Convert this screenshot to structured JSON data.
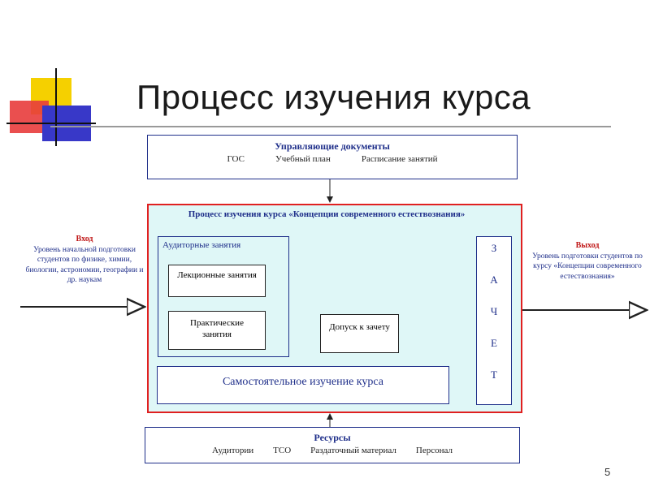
{
  "slide": {
    "title": "Процесс изучения курса",
    "page_number": "5"
  },
  "control_docs": {
    "heading": "Управляющие документы",
    "items": [
      "ГОС",
      "Учебный план",
      "Расписание занятий"
    ]
  },
  "process": {
    "heading": "Процесс изучения курса «Концепции современного естествознания»",
    "auditorium": {
      "label": "Аудиторные занятия",
      "lectures": "Лекционные занятия",
      "practical": "Практические занятия"
    },
    "admission": "Допуск к зачету",
    "self_study": "Самостоятельное изучение курса",
    "credit_letters": [
      "З",
      "А",
      "Ч",
      "Е",
      "Т"
    ]
  },
  "input": {
    "heading": "Вход",
    "text": "Уровень начальной подготовки студентов по физике, химии, биологии, астрономии, географии и др. наукам"
  },
  "output": {
    "heading": "Выход",
    "text": "Уровень подготовки студентов по курсу «Концепции современного естествознания»"
  },
  "resources": {
    "heading": "Ресурсы",
    "items": [
      "Аудитории",
      "ТСО",
      "Раздаточный материал",
      "Персонал"
    ]
  },
  "colors": {
    "navy": "#1f2f8a",
    "red_frame": "#e02020",
    "light_cyan": "#dff7f7",
    "logo_yellow": "#f5d000",
    "logo_red": "#e83c3c",
    "logo_blue": "#3838c8"
  }
}
